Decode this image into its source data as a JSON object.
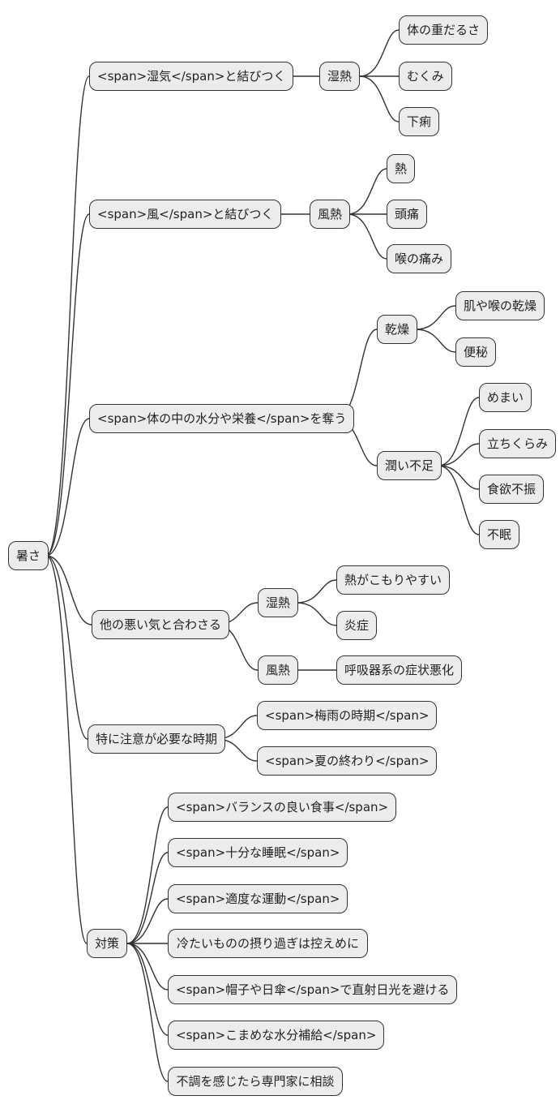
{
  "colors": {
    "background": "#ffffff",
    "node_fill": "#ececec",
    "node_border": "#333333",
    "edge_color": "#333333",
    "text_color": "#222222"
  },
  "tree": {
    "root": {
      "label": "暑さ"
    },
    "branches": [
      {
        "label": "<span>湿気</span>と結びつく",
        "children": [
          {
            "label": "湿熱",
            "children": [
              {
                "label": "体の重だるさ"
              },
              {
                "label": "むくみ"
              },
              {
                "label": "下痢"
              }
            ]
          }
        ]
      },
      {
        "label": "<span>風</span>と結びつく",
        "children": [
          {
            "label": "風熱",
            "children": [
              {
                "label": "熱"
              },
              {
                "label": "頭痛"
              },
              {
                "label": "喉の痛み"
              }
            ]
          }
        ]
      },
      {
        "label": "<span>体の中の水分や栄養</span>を奪う",
        "children": [
          {
            "label": "乾燥",
            "children": [
              {
                "label": "肌や喉の乾燥"
              },
              {
                "label": "便秘"
              }
            ]
          },
          {
            "label": "潤い不足",
            "children": [
              {
                "label": "めまい"
              },
              {
                "label": "立ちくらみ"
              },
              {
                "label": "食欲不振"
              },
              {
                "label": "不眠"
              }
            ]
          }
        ]
      },
      {
        "label": "他の悪い気と合わさる",
        "children": [
          {
            "label": "湿熱",
            "children": [
              {
                "label": "熱がこもりやすい"
              },
              {
                "label": "炎症"
              }
            ]
          },
          {
            "label": "風熱",
            "children": [
              {
                "label": "呼吸器系の症状悪化"
              }
            ]
          }
        ]
      },
      {
        "label": "特に注意が必要な時期",
        "children": [
          {
            "label": "<span>梅雨の時期</span>"
          },
          {
            "label": "<span>夏の終わり</span>"
          }
        ]
      },
      {
        "label": "対策",
        "children": [
          {
            "label": "<span>バランスの良い食事</span>"
          },
          {
            "label": "<span>十分な睡眠</span>"
          },
          {
            "label": "<span>適度な運動</span>"
          },
          {
            "label": "冷たいものの摂り過ぎは控えめに"
          },
          {
            "label": "<span>帽子や日傘</span>で直射日光を避ける"
          },
          {
            "label": "<span>こまめな水分補給</span>"
          },
          {
            "label": "不調を感じたら専門家に相談"
          }
        ]
      }
    ]
  }
}
